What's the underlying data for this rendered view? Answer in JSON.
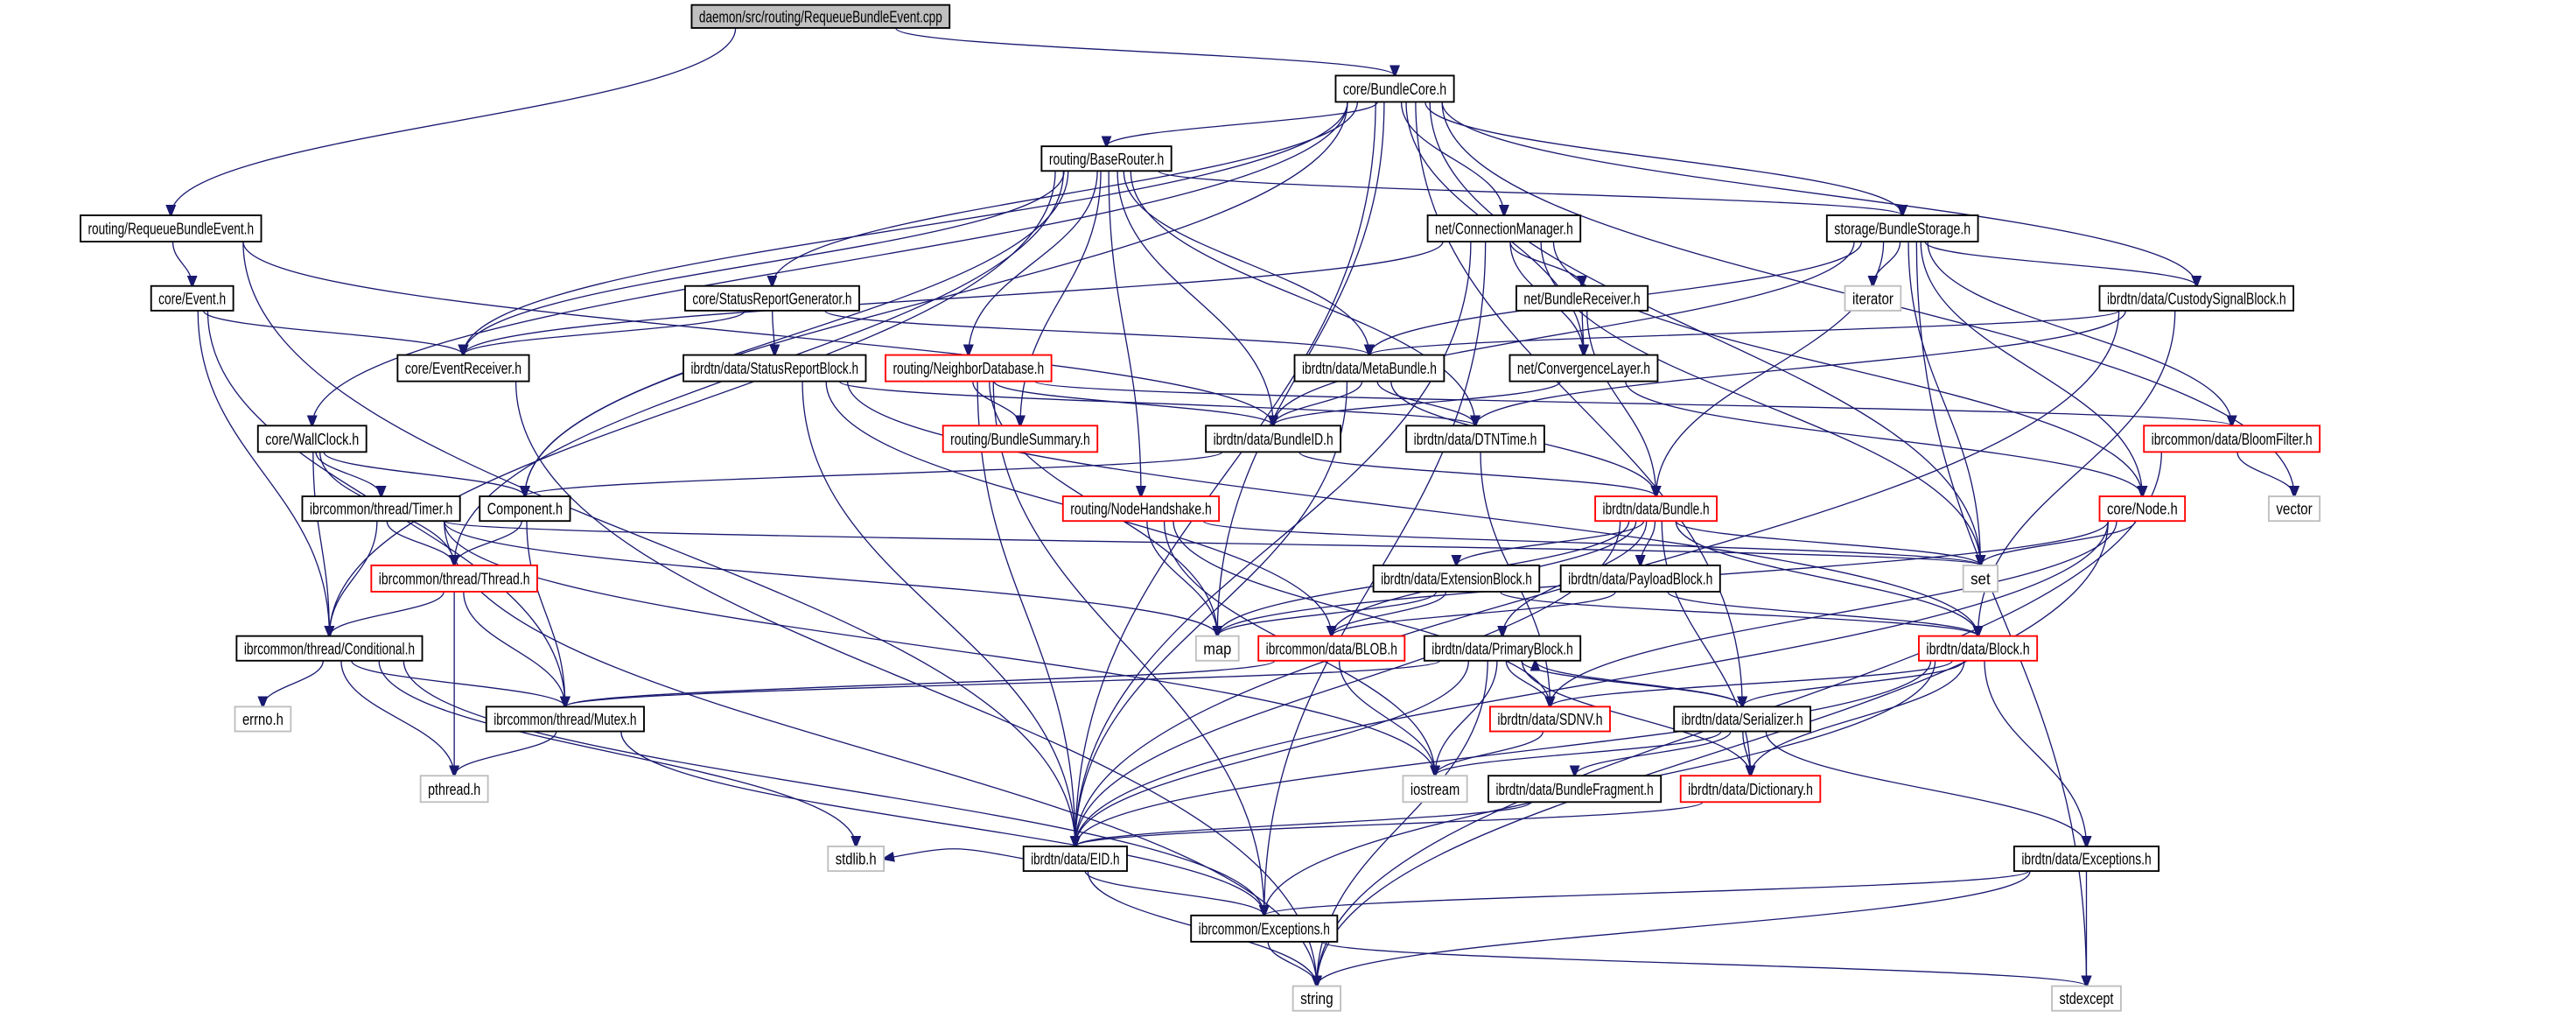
{
  "diagram": {
    "type": "include-dependency-graph",
    "colors": {
      "edge": "#191970",
      "root_fill": "#bfbfbf",
      "normal_border": "#000000",
      "truncated_border": "#ff0000",
      "external_border": "#bfbfbf"
    },
    "nodes": [
      {
        "id": "cpp",
        "label": "daemon/src/routing/RequeueBundleEvent.cpp",
        "style": "root"
      },
      {
        "id": "bundlecore",
        "label": "core/BundleCore.h",
        "style": "normal"
      },
      {
        "id": "baserouter",
        "label": "routing/BaseRouter.h",
        "style": "normal"
      },
      {
        "id": "rbe",
        "label": "routing/RequeueBundleEvent.h",
        "style": "normal"
      },
      {
        "id": "connmgr",
        "label": "net/ConnectionManager.h",
        "style": "normal"
      },
      {
        "id": "storage",
        "label": "storage/BundleStorage.h",
        "style": "normal"
      },
      {
        "id": "event",
        "label": "core/Event.h",
        "style": "normal"
      },
      {
        "id": "srg",
        "label": "core/StatusReportGenerator.h",
        "style": "normal"
      },
      {
        "id": "breceiver",
        "label": "net/BundleReceiver.h",
        "style": "normal"
      },
      {
        "id": "iterator",
        "label": "iterator",
        "style": "external"
      },
      {
        "id": "custody",
        "label": "ibrdtn/data/CustodySignalBlock.h",
        "style": "normal"
      },
      {
        "id": "evrecv",
        "label": "core/EventReceiver.h",
        "style": "normal"
      },
      {
        "id": "srb",
        "label": "ibrdtn/data/StatusReportBlock.h",
        "style": "normal"
      },
      {
        "id": "neighbor",
        "label": "routing/NeighborDatabase.h",
        "style": "truncated"
      },
      {
        "id": "metabundle",
        "label": "ibrdtn/data/MetaBundle.h",
        "style": "normal"
      },
      {
        "id": "convlayer",
        "label": "net/ConvergenceLayer.h",
        "style": "normal"
      },
      {
        "id": "wallclock",
        "label": "core/WallClock.h",
        "style": "normal"
      },
      {
        "id": "summary",
        "label": "routing/BundleSummary.h",
        "style": "truncated"
      },
      {
        "id": "bundleid",
        "label": "ibrdtn/data/BundleID.h",
        "style": "normal"
      },
      {
        "id": "dtntime",
        "label": "ibrdtn/data/DTNTime.h",
        "style": "normal"
      },
      {
        "id": "bloom",
        "label": "ibrcommon/data/BloomFilter.h",
        "style": "truncated"
      },
      {
        "id": "timer",
        "label": "ibrcommon/thread/Timer.h",
        "style": "normal"
      },
      {
        "id": "component",
        "label": "Component.h",
        "style": "normal"
      },
      {
        "id": "handshake",
        "label": "routing/NodeHandshake.h",
        "style": "truncated"
      },
      {
        "id": "bundle",
        "label": "ibrdtn/data/Bundle.h",
        "style": "truncated"
      },
      {
        "id": "node",
        "label": "core/Node.h",
        "style": "truncated"
      },
      {
        "id": "vector",
        "label": "vector",
        "style": "external"
      },
      {
        "id": "thread",
        "label": "ibrcommon/thread/Thread.h",
        "style": "truncated"
      },
      {
        "id": "set",
        "label": "set",
        "style": "external"
      },
      {
        "id": "extblock",
        "label": "ibrdtn/data/ExtensionBlock.h",
        "style": "normal"
      },
      {
        "id": "payload",
        "label": "ibrdtn/data/PayloadBlock.h",
        "style": "normal"
      },
      {
        "id": "conditional",
        "label": "ibrcommon/thread/Conditional.h",
        "style": "normal"
      },
      {
        "id": "map",
        "label": "map",
        "style": "external"
      },
      {
        "id": "blob",
        "label": "ibrcommon/data/BLOB.h",
        "style": "truncated"
      },
      {
        "id": "primary",
        "label": "ibrdtn/data/PrimaryBlock.h",
        "style": "normal"
      },
      {
        "id": "block",
        "label": "ibrdtn/data/Block.h",
        "style": "truncated"
      },
      {
        "id": "errno",
        "label": "errno.h",
        "style": "external"
      },
      {
        "id": "mutex",
        "label": "ibrcommon/thread/Mutex.h",
        "style": "normal"
      },
      {
        "id": "sdnv",
        "label": "ibrdtn/data/SDNV.h",
        "style": "truncated"
      },
      {
        "id": "serializer",
        "label": "ibrdtn/data/Serializer.h",
        "style": "normal"
      },
      {
        "id": "pthread",
        "label": "pthread.h",
        "style": "external"
      },
      {
        "id": "iostream",
        "label": "iostream",
        "style": "external"
      },
      {
        "id": "fragment",
        "label": "ibrdtn/data/BundleFragment.h",
        "style": "normal"
      },
      {
        "id": "dictionary",
        "label": "ibrdtn/data/Dictionary.h",
        "style": "truncated"
      },
      {
        "id": "stdlib",
        "label": "stdlib.h",
        "style": "external"
      },
      {
        "id": "eid",
        "label": "ibrdtn/data/EID.h",
        "style": "normal"
      },
      {
        "id": "dexceptions",
        "label": "ibrdtn/data/Exceptions.h",
        "style": "normal"
      },
      {
        "id": "exceptions",
        "label": "ibrcommon/Exceptions.h",
        "style": "normal"
      },
      {
        "id": "string",
        "label": "string",
        "style": "external"
      },
      {
        "id": "stdexcept",
        "label": "stdexcept",
        "style": "external"
      }
    ],
    "edges": [
      [
        "cpp",
        "bundlecore"
      ],
      [
        "cpp",
        "rbe"
      ],
      [
        "rbe",
        "event"
      ],
      [
        "rbe",
        "bundleid"
      ],
      [
        "rbe",
        "eid"
      ],
      [
        "event",
        "evrecv"
      ],
      [
        "event",
        "conditional"
      ],
      [
        "event",
        "mutex"
      ],
      [
        "bundlecore",
        "baserouter"
      ],
      [
        "bundlecore",
        "connmgr"
      ],
      [
        "bundlecore",
        "storage"
      ],
      [
        "bundlecore",
        "custody"
      ],
      [
        "bundlecore",
        "srg"
      ],
      [
        "bundlecore",
        "evrecv"
      ],
      [
        "bundlecore",
        "component"
      ],
      [
        "bundlecore",
        "wallclock"
      ],
      [
        "bundlecore",
        "eid"
      ],
      [
        "bundlecore",
        "convlayer"
      ],
      [
        "bundlecore",
        "vector"
      ],
      [
        "bundlecore",
        "set"
      ],
      [
        "bundlecore",
        "serializer"
      ],
      [
        "bundlecore",
        "map"
      ],
      [
        "baserouter",
        "evrecv"
      ],
      [
        "baserouter",
        "component"
      ],
      [
        "baserouter",
        "thread"
      ],
      [
        "baserouter",
        "conditional"
      ],
      [
        "baserouter",
        "neighbor"
      ],
      [
        "baserouter",
        "summary"
      ],
      [
        "baserouter",
        "handshake"
      ],
      [
        "baserouter",
        "bundleid"
      ],
      [
        "baserouter",
        "dtntime"
      ],
      [
        "baserouter",
        "metabundle"
      ],
      [
        "baserouter",
        "storage"
      ],
      [
        "connmgr",
        "evrecv"
      ],
      [
        "connmgr",
        "breceiver"
      ],
      [
        "connmgr",
        "convlayer"
      ],
      [
        "connmgr",
        "node"
      ],
      [
        "connmgr",
        "set"
      ],
      [
        "connmgr",
        "eid"
      ],
      [
        "connmgr",
        "exceptions"
      ],
      [
        "breceiver",
        "convlayer"
      ],
      [
        "breceiver",
        "bundle"
      ],
      [
        "convlayer",
        "bundleid"
      ],
      [
        "convlayer",
        "node"
      ],
      [
        "storage",
        "metabundle"
      ],
      [
        "storage",
        "iterator"
      ],
      [
        "storage",
        "custody"
      ],
      [
        "storage",
        "bloom"
      ],
      [
        "storage",
        "node"
      ],
      [
        "storage",
        "set"
      ],
      [
        "storage",
        "bundle"
      ],
      [
        "storage",
        "bundleid"
      ],
      [
        "storage",
        "stdexcept"
      ],
      [
        "custody",
        "metabundle"
      ],
      [
        "custody",
        "block"
      ],
      [
        "custody",
        "eid"
      ],
      [
        "custody",
        "dtntime"
      ],
      [
        "srg",
        "evrecv"
      ],
      [
        "srg",
        "srb"
      ],
      [
        "srg",
        "metabundle"
      ],
      [
        "srb",
        "dtntime"
      ],
      [
        "srb",
        "blob"
      ],
      [
        "srb",
        "block"
      ],
      [
        "srb",
        "eid"
      ],
      [
        "neighbor",
        "summary"
      ],
      [
        "neighbor",
        "bundleid"
      ],
      [
        "neighbor",
        "bloom"
      ],
      [
        "neighbor",
        "map"
      ],
      [
        "neighbor",
        "eid"
      ],
      [
        "neighbor",
        "exceptions"
      ],
      [
        "metabundle",
        "bundleid"
      ],
      [
        "metabundle",
        "dtntime"
      ],
      [
        "metabundle",
        "bundle"
      ],
      [
        "metabundle",
        "eid"
      ],
      [
        "bundleid",
        "component"
      ],
      [
        "bundleid",
        "bundle"
      ],
      [
        "dtntime",
        "sdnv"
      ],
      [
        "wallclock",
        "component"
      ],
      [
        "wallclock",
        "timer"
      ],
      [
        "wallclock",
        "thread"
      ],
      [
        "wallclock",
        "conditional"
      ],
      [
        "timer",
        "thread"
      ],
      [
        "timer",
        "conditional"
      ],
      [
        "timer",
        "set"
      ],
      [
        "timer",
        "map"
      ],
      [
        "timer",
        "iostream"
      ],
      [
        "timer",
        "string"
      ],
      [
        "component",
        "thread"
      ],
      [
        "component",
        "mutex"
      ],
      [
        "thread",
        "conditional"
      ],
      [
        "thread",
        "mutex"
      ],
      [
        "thread",
        "pthread"
      ],
      [
        "conditional",
        "errno"
      ],
      [
        "conditional",
        "mutex"
      ],
      [
        "conditional",
        "pthread"
      ],
      [
        "conditional",
        "stdlib"
      ],
      [
        "conditional",
        "exceptions"
      ],
      [
        "mutex",
        "pthread"
      ],
      [
        "mutex",
        "exceptions"
      ],
      [
        "handshake",
        "set"
      ],
      [
        "handshake",
        "map"
      ],
      [
        "handshake",
        "iostream"
      ],
      [
        "handshake",
        "sdnv"
      ],
      [
        "bundle",
        "extblock"
      ],
      [
        "bundle",
        "payload"
      ],
      [
        "bundle",
        "set"
      ],
      [
        "bundle",
        "map"
      ],
      [
        "bundle",
        "blob"
      ],
      [
        "bundle",
        "primary"
      ],
      [
        "bundle",
        "block"
      ],
      [
        "bundle",
        "dictionary"
      ],
      [
        "bundle",
        "eid"
      ],
      [
        "extblock",
        "map"
      ],
      [
        "extblock",
        "blob"
      ],
      [
        "extblock",
        "block"
      ],
      [
        "payload",
        "blob"
      ],
      [
        "payload",
        "block"
      ],
      [
        "blob",
        "mutex"
      ],
      [
        "blob",
        "iostream"
      ],
      [
        "primary",
        "mutex"
      ],
      [
        "primary",
        "eid"
      ],
      [
        "primary",
        "sdnv"
      ],
      [
        "primary",
        "iostream"
      ],
      [
        "primary",
        "string"
      ],
      [
        "primary",
        "serializer"
      ],
      [
        "primary",
        "dictionary"
      ],
      [
        "block",
        "sdnv"
      ],
      [
        "block",
        "serializer"
      ],
      [
        "block",
        "dictionary"
      ],
      [
        "block",
        "eid"
      ],
      [
        "block",
        "dexceptions"
      ],
      [
        "block",
        "exceptions"
      ],
      [
        "serializer",
        "primary"
      ],
      [
        "serializer",
        "iostream"
      ],
      [
        "serializer",
        "fragment"
      ],
      [
        "serializer",
        "dictionary"
      ],
      [
        "serializer",
        "dexceptions"
      ],
      [
        "sdnv",
        "iostream"
      ],
      [
        "fragment",
        "eid"
      ],
      [
        "dictionary",
        "eid"
      ],
      [
        "eid",
        "stdlib"
      ],
      [
        "eid",
        "exceptions"
      ],
      [
        "eid",
        "string"
      ],
      [
        "dexceptions",
        "exceptions"
      ],
      [
        "dexceptions",
        "string"
      ],
      [
        "dexceptions",
        "stdexcept"
      ],
      [
        "exceptions",
        "string"
      ],
      [
        "exceptions",
        "stdexcept"
      ],
      [
        "node",
        "set"
      ],
      [
        "node",
        "map"
      ],
      [
        "node",
        "eid"
      ],
      [
        "node",
        "sdnv"
      ],
      [
        "node",
        "string"
      ],
      [
        "bloom",
        "vector"
      ],
      [
        "bloom",
        "string"
      ],
      [
        "evrecv",
        "string"
      ]
    ]
  }
}
